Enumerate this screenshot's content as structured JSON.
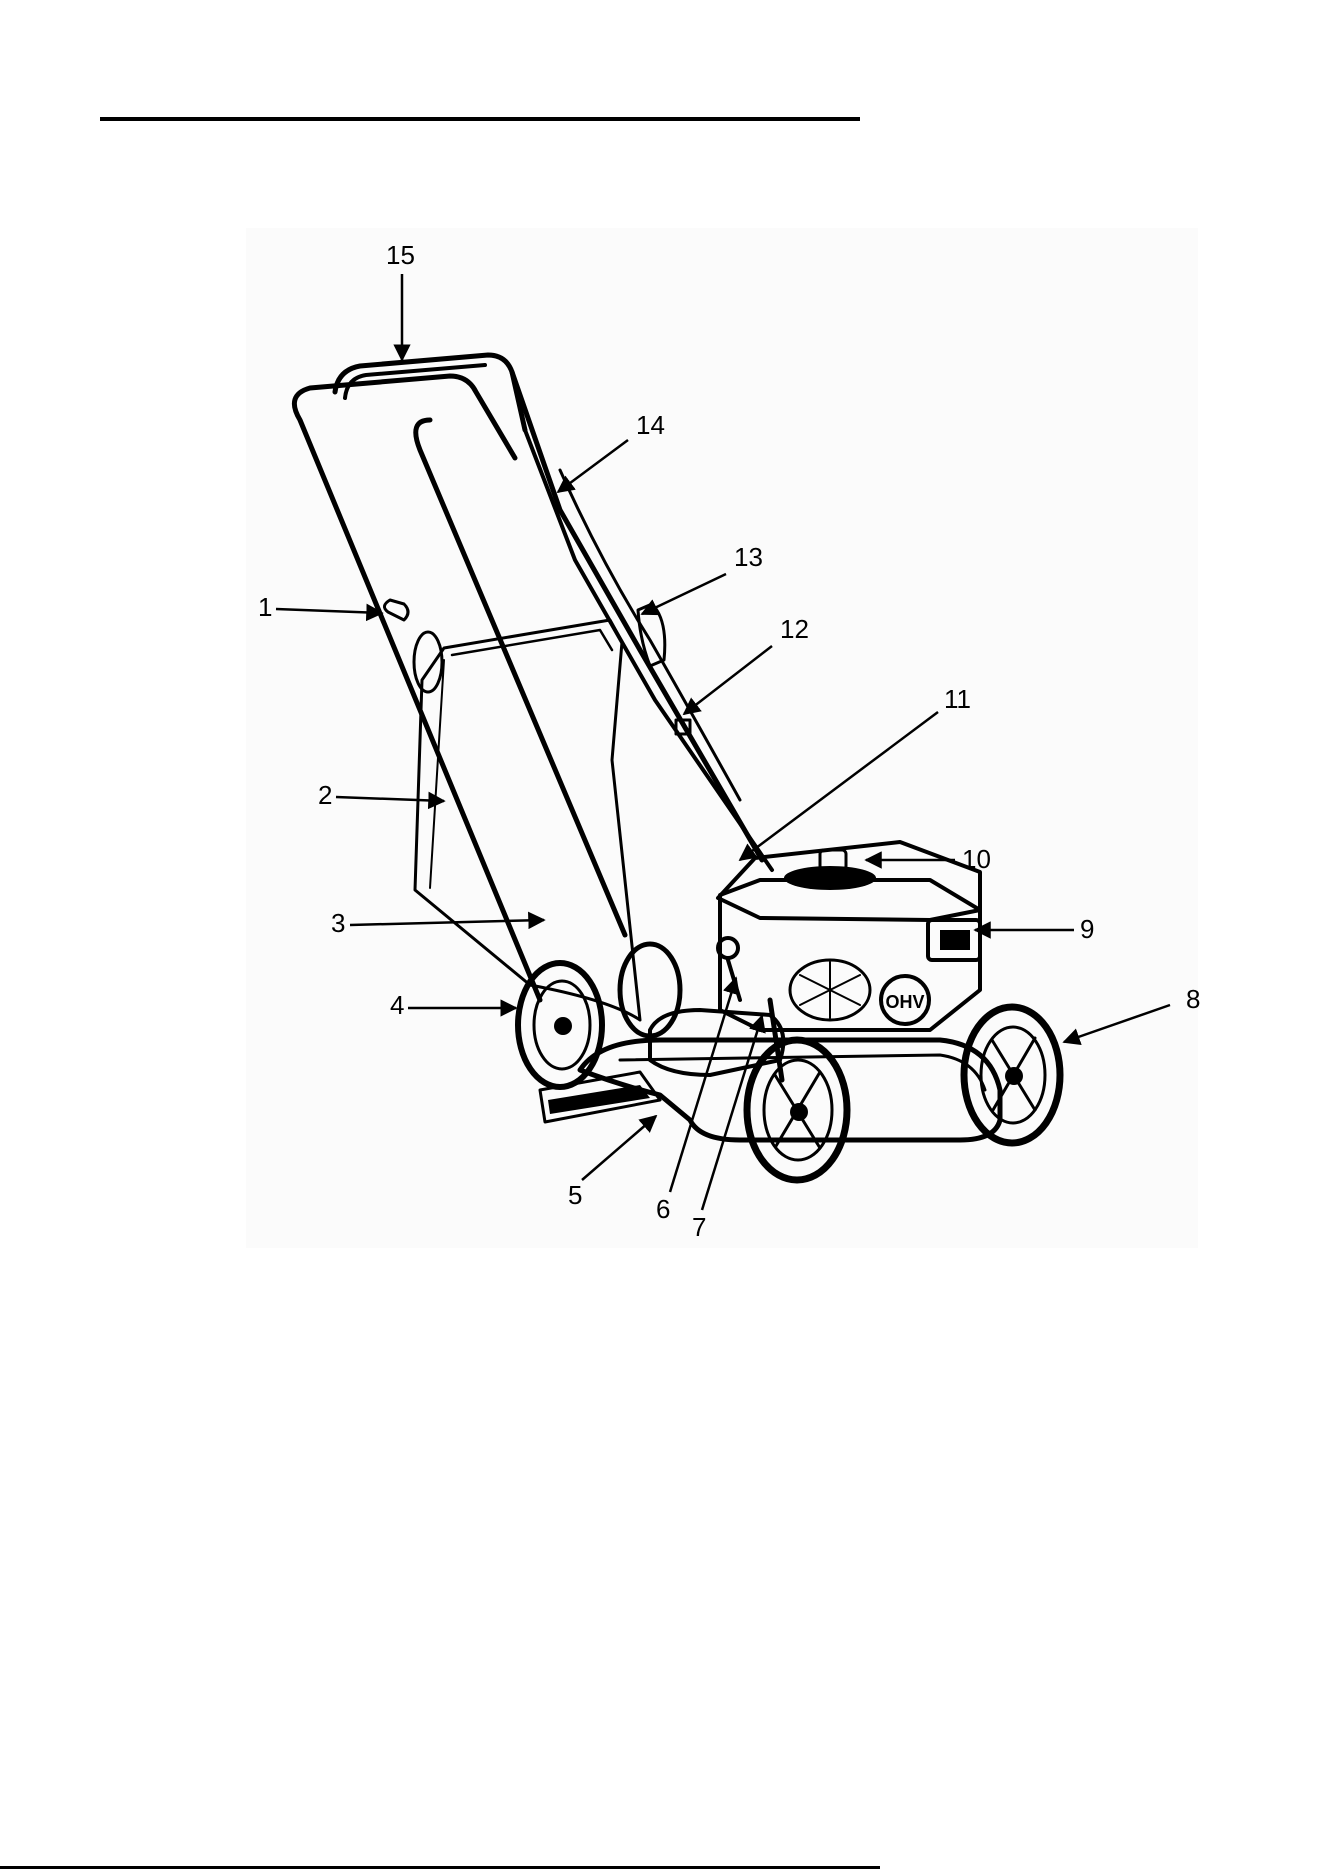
{
  "figure": {
    "callouts": [
      {
        "id": 1,
        "label": "1"
      },
      {
        "id": 2,
        "label": "2"
      },
      {
        "id": 3,
        "label": "3"
      },
      {
        "id": 4,
        "label": "4"
      },
      {
        "id": 5,
        "label": "5"
      },
      {
        "id": 6,
        "label": "6"
      },
      {
        "id": 7,
        "label": "7"
      },
      {
        "id": 8,
        "label": "8"
      },
      {
        "id": 9,
        "label": "9"
      },
      {
        "id": 10,
        "label": "10"
      },
      {
        "id": 11,
        "label": "11"
      },
      {
        "id": 12,
        "label": "12"
      },
      {
        "id": 13,
        "label": "13"
      },
      {
        "id": 14,
        "label": "14"
      },
      {
        "id": 15,
        "label": "15"
      }
    ],
    "engine_badge": "OHV"
  },
  "colors": {
    "ink": "#000000",
    "paper": "#ffffff"
  }
}
